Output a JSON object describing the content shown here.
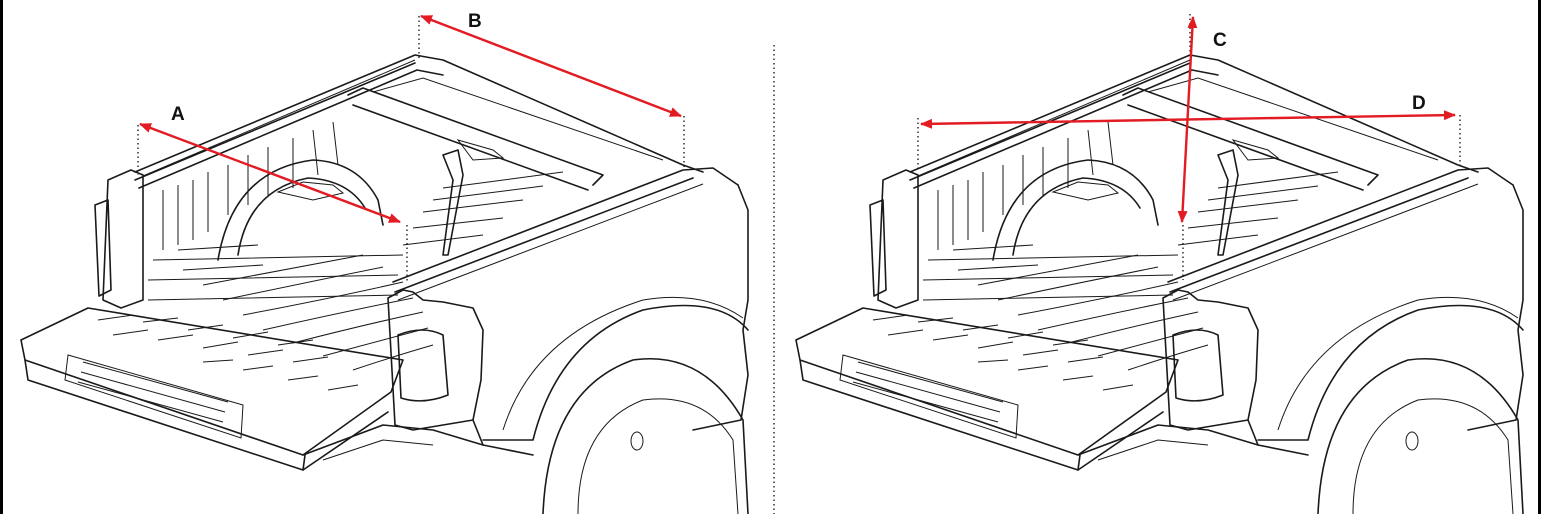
{
  "diagram": {
    "measurement_labels": {
      "a": "A",
      "b": "B",
      "c": "C",
      "d": "D"
    },
    "colors": {
      "arrow": "#e31b23",
      "outline": "#1a1a1a",
      "background": "#ffffff"
    },
    "icons": [
      "truck-bed-illustration",
      "dimension-arrow"
    ]
  }
}
